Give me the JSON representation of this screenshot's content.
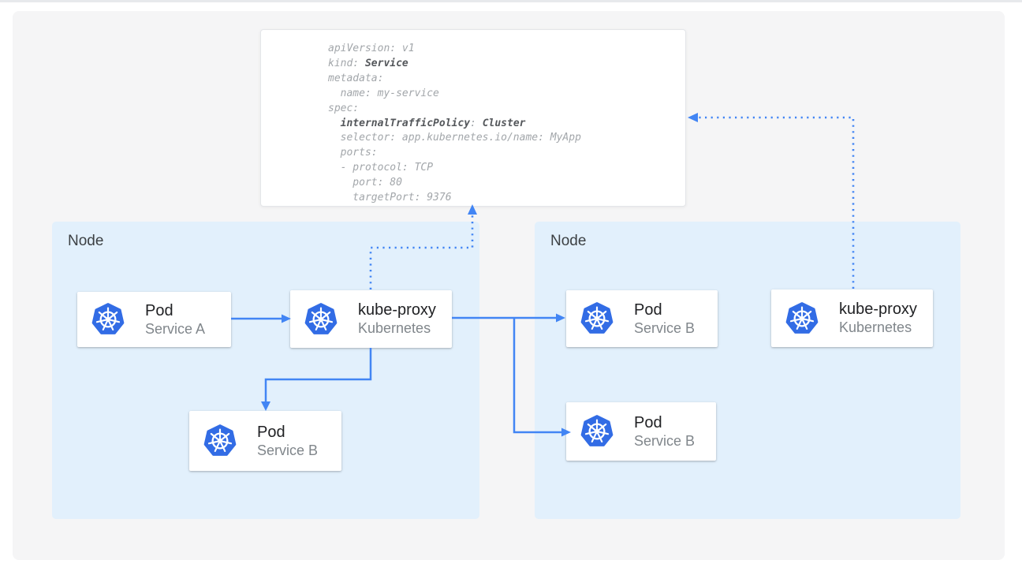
{
  "colors": {
    "accent_blue": "#4285f4",
    "kubernetes_blue": "#326ce5",
    "node_background": "#e2f0fc",
    "panel_background": "#f5f5f6"
  },
  "manifest": {
    "l01": "apiVersion: v1",
    "l02a": "kind: ",
    "l02b": "Service",
    "l03": "metadata:",
    "l04": "  name: my-service",
    "l05": "spec:",
    "l06a": "  ",
    "l06b": "internalTrafficPolicy",
    "l06c": ": ",
    "l06d": "Cluster",
    "l07": "  selector: app.kubernetes.io/name: MyApp",
    "l08": "  ports:",
    "l09": "  - protocol: TCP",
    "l10": "    port: 80",
    "l11": "    targetPort: 9376"
  },
  "nodes": {
    "left": {
      "label": "Node"
    },
    "right": {
      "label": "Node"
    }
  },
  "cards": {
    "pod_a": {
      "icon": "kubernetes-logo",
      "title": "Pod",
      "subtitle": "Service A"
    },
    "kube_proxy_left": {
      "icon": "kubernetes-logo",
      "title": "kube-proxy",
      "subtitle": "Kubernetes"
    },
    "pod_b_left": {
      "icon": "kubernetes-logo",
      "title": "Pod",
      "subtitle": "Service B"
    },
    "pod_b_right_top": {
      "icon": "kubernetes-logo",
      "title": "Pod",
      "subtitle": "Service B"
    },
    "pod_b_right_bottom": {
      "icon": "kubernetes-logo",
      "title": "Pod",
      "subtitle": "Service B"
    },
    "kube_proxy_right": {
      "icon": "kubernetes-logo",
      "title": "kube-proxy",
      "subtitle": "Kubernetes"
    }
  }
}
